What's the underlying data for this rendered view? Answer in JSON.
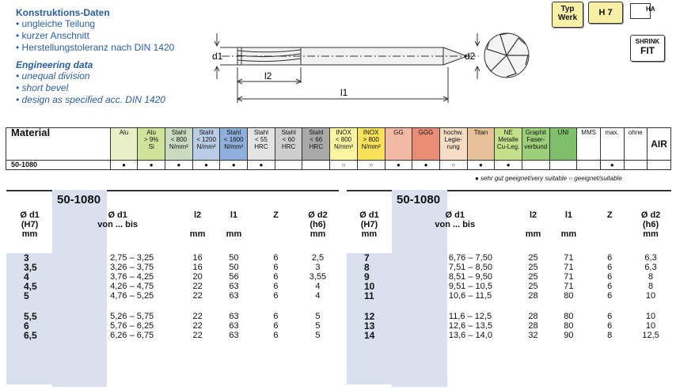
{
  "specs": {
    "de_title": "Konstruktions-Daten",
    "de_items": [
      "ungleiche Teilung",
      "kurzer Anschnitt",
      "Herstellungstoleranz nach DIN 1420"
    ],
    "en_title": "Engineering data",
    "en_items": [
      "unequal division",
      "short bevel",
      "design as specified acc. DIN 1420"
    ]
  },
  "drawing": {
    "d1": "d1",
    "d2": "d2",
    "l2": "l2",
    "l1": "l1"
  },
  "badges": {
    "typ": "Typ",
    "werk": "Werk",
    "h7": "H 7",
    "ha": "HA",
    "shrink": "SHRINK",
    "fit": "FIT"
  },
  "material": {
    "header": "Material",
    "row_label": "50-1080",
    "columns": [
      {
        "label": "Alu",
        "color": "#e9f0c8",
        "mark": "●"
      },
      {
        "label": "Alu\n> 9%\nSi",
        "color": "#cfe39a",
        "mark": "●"
      },
      {
        "label": "Stahl\n< 800\nN/mm²",
        "color": "#c9dcc0",
        "mark": "●"
      },
      {
        "label": "Stahl\n< 1200\nN/mm²",
        "color": "#b9cde6",
        "mark": "●"
      },
      {
        "label": "Stahl\n< 1600\nN/mm²",
        "color": "#8fb0dc",
        "mark": "●"
      },
      {
        "label": "Stahl\n< 55\nHRC",
        "color": "#e4e4e4",
        "mark": "●"
      },
      {
        "label": "Stahl\n< 60\nHRC",
        "color": "#cfcfcf",
        "mark": ""
      },
      {
        "label": "Stahl\n< 66\nHRC",
        "color": "#a9a9a9",
        "mark": ""
      },
      {
        "label": "INOX\n< 800\nN/mm²",
        "color": "#fbf6a0",
        "mark": "○"
      },
      {
        "label": "INOX\n> 800\nN/mm²",
        "color": "#f7e25a",
        "mark": "○"
      },
      {
        "label": "GG",
        "color": "#f2b9a4",
        "mark": "●"
      },
      {
        "label": "GGG",
        "color": "#e98d76",
        "mark": "●"
      },
      {
        "label": "hochw.\nLegie-\nrung",
        "color": "#f6ddc4",
        "mark": "○"
      },
      {
        "label": "Titan",
        "color": "#e7c199",
        "mark": "●"
      },
      {
        "label": "NE\nMetalle\nCu-Leg.",
        "color": "#c5e08a",
        "mark": "●"
      },
      {
        "label": "Graphit\nFaser-\nverbund",
        "color": "#9bcf7a",
        "mark": ""
      },
      {
        "label": "UNI",
        "color": "#7fc06a",
        "mark": ""
      },
      {
        "label": "MMS",
        "color": "#ffffff",
        "mark": ""
      },
      {
        "label": "max.",
        "color": "#ffffff",
        "mark": "●"
      },
      {
        "label": "ohne",
        "color": "#ffffff",
        "mark": ""
      },
      {
        "label": "AIR",
        "color": "#ffffff",
        "mark": ""
      }
    ],
    "legend": "● sehr gut geeignet/very suitable  ○ geeignet/suitable"
  },
  "table_left": {
    "code": "50-1080",
    "headers": [
      "Ø d1\n(H7)\nmm",
      "Ø d1\nvon ... bis",
      "l2\n\nmm",
      "l1\n\nmm",
      "Z",
      "Ø d2\n(h6)\nmm"
    ],
    "rows": [
      [
        "3",
        "2,75 – 3,25",
        "16",
        "50",
        "6",
        "2,5"
      ],
      [
        "3,5",
        "3,26 – 3,75",
        "16",
        "50",
        "6",
        "3"
      ],
      [
        "4",
        "3,76 – 4,25",
        "20",
        "56",
        "6",
        "3,55"
      ],
      [
        "4,5",
        "4,26 – 4,75",
        "22",
        "63",
        "6",
        "4"
      ],
      [
        "5",
        "4,76 – 5,25",
        "22",
        "63",
        "6",
        "4"
      ],
      [
        "5,5",
        "5,26 – 5,75",
        "22",
        "63",
        "6",
        "5"
      ],
      [
        "6",
        "5,76 – 6,25",
        "22",
        "63",
        "6",
        "5"
      ],
      [
        "6,5",
        "6,26 – 6,75",
        "22",
        "63",
        "6",
        "5"
      ]
    ]
  },
  "table_right": {
    "code": "50-1080",
    "headers": [
      "Ø d1\n(H7)\nmm",
      "Ø d1\nvon ... bis",
      "l2\n\nmm",
      "l1\n\nmm",
      "Z",
      "Ø d2\n(h6)\nmm"
    ],
    "rows": [
      [
        "7",
        "6,76 – 7,50",
        "25",
        "71",
        "6",
        "6,3"
      ],
      [
        "8",
        "7,51 – 8,50",
        "25",
        "71",
        "6",
        "6,3"
      ],
      [
        "9",
        "8,51 – 9,50",
        "25",
        "71",
        "6",
        "8"
      ],
      [
        "10",
        "9,51 – 10,5",
        "25",
        "71",
        "6",
        "8"
      ],
      [
        "11",
        "10,6 – 11,5",
        "28",
        "80",
        "6",
        "10"
      ],
      [
        "12",
        "11,6 – 12,5",
        "28",
        "80",
        "6",
        "10"
      ],
      [
        "13",
        "12,6 – 13,5",
        "28",
        "80",
        "6",
        "10"
      ],
      [
        "14",
        "13,6 – 14,0",
        "32",
        "90",
        "8",
        "12,5"
      ]
    ]
  }
}
